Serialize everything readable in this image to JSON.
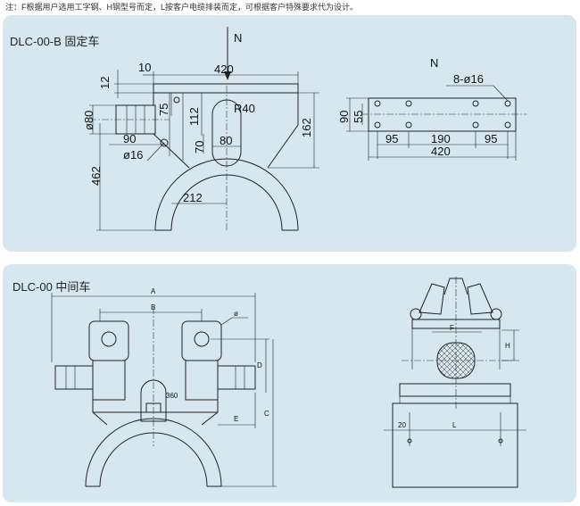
{
  "note": "注：F根据用户选用工字钢、H钢型号而定，L按客户电缆排装而定，可根据客户特殊要求代为设计。",
  "panel1": {
    "title": "DLC-00-B 固定车",
    "front": {
      "arrow_label": "N",
      "dims": {
        "d10": "10",
        "d420": "420",
        "d12": "12",
        "d75": "75",
        "d112": "112",
        "dR40": "R40",
        "d162": "162",
        "d80dia": "ø80",
        "d90": "90",
        "d70": "70",
        "d80": "80",
        "d16": "ø16",
        "d462": "462",
        "d212": "212"
      }
    },
    "plate": {
      "label": "N",
      "holes": "8-ø16",
      "dims": {
        "d90": "90",
        "d55": "55",
        "d95a": "95",
        "d190": "190",
        "d95b": "95",
        "d420": "420"
      }
    }
  },
  "panel2": {
    "title": "DLC-00 中间车",
    "front": {
      "dims": {
        "A": "A",
        "B": "B",
        "phi": "ø",
        "D": "D",
        "d360": "360",
        "C": "C",
        "E": "E"
      }
    },
    "side": {
      "dims": {
        "F": "F",
        "H": "H",
        "d20": "20",
        "L": "L"
      }
    }
  }
}
